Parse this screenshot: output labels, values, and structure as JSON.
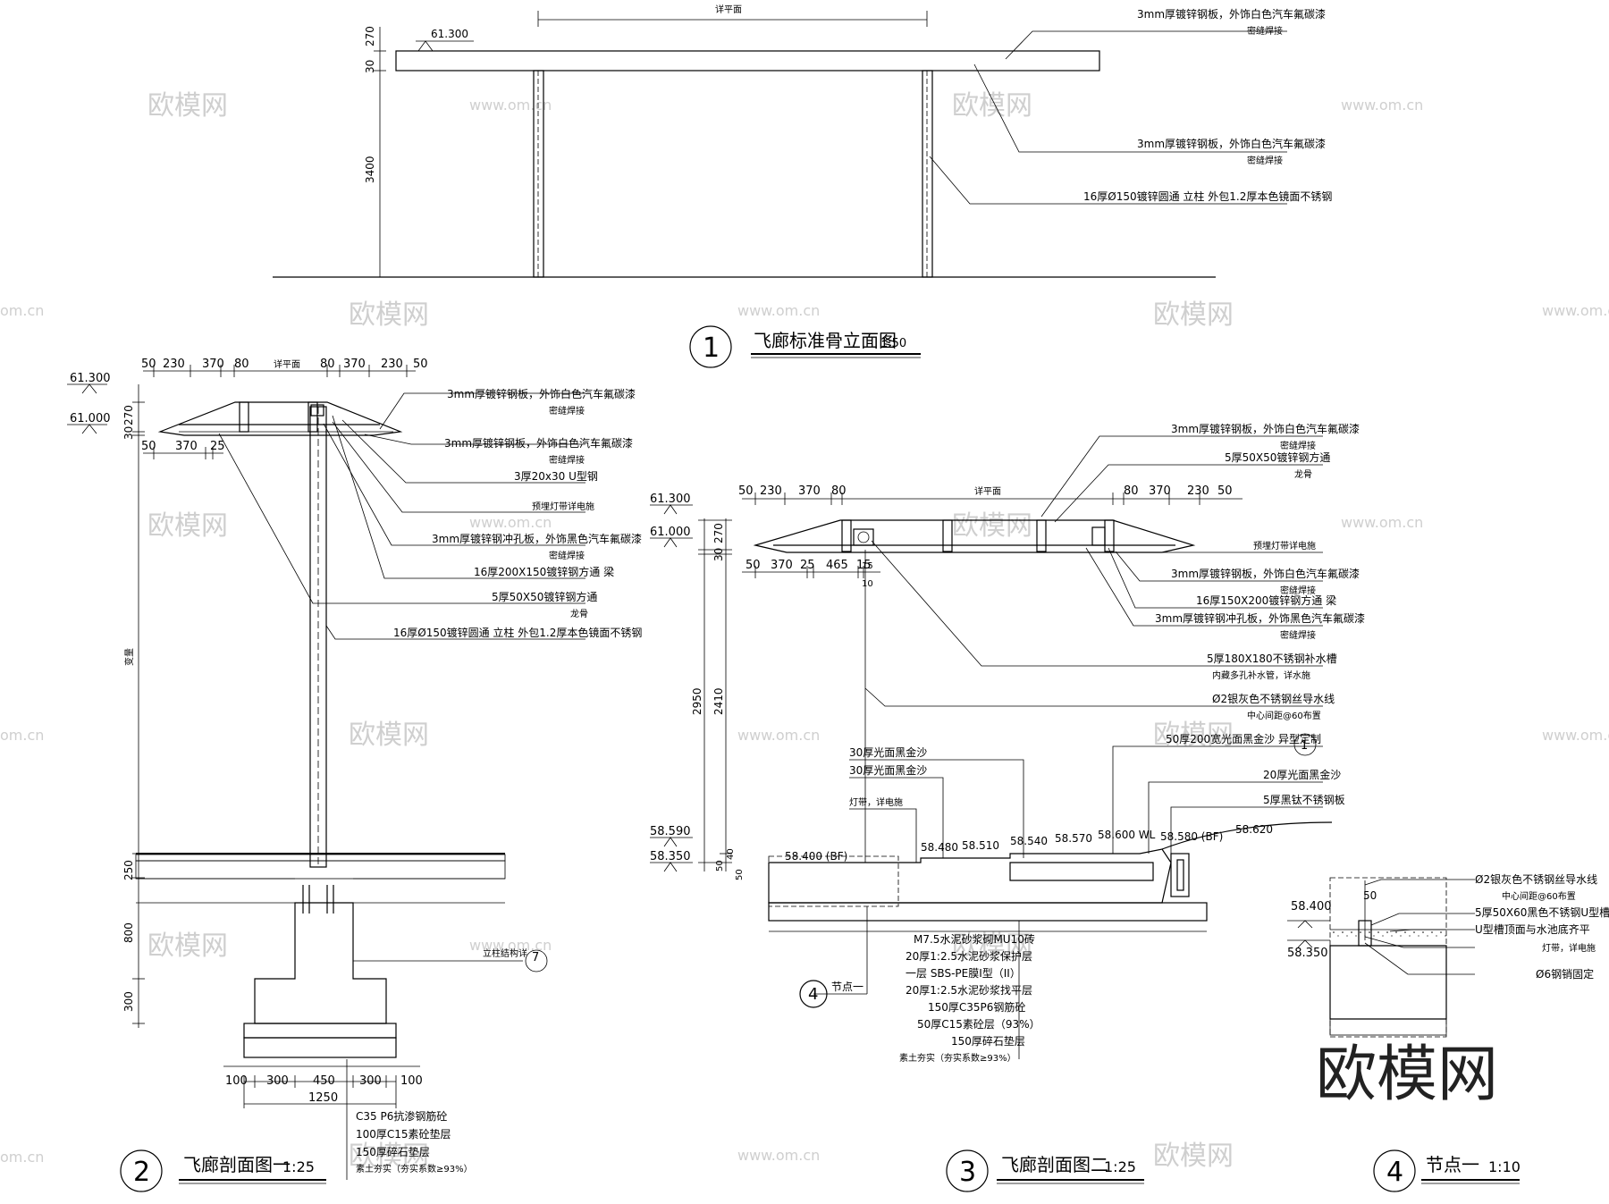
{
  "watermark": {
    "cn": "欧模网",
    "url": "www.om.cn",
    "partial": "om.cn",
    "big": "欧模网"
  },
  "view1": {
    "num": "1",
    "title": "飞廊标准骨立面图",
    "scale": "1:50",
    "top_dim": "详平面",
    "elev": "61.300",
    "dims": [
      "270",
      "30",
      "3400"
    ],
    "notes": [
      "3mm厚镀锌钢板，外饰白色汽车氟碳漆",
      "密缝焊接",
      "3mm厚镀锌钢板，外饰白色汽车氟碳漆",
      "密缝焊接",
      "16厚Ø150镀锌圆通  立柱  外包1.2厚本色镜面不锈钢"
    ]
  },
  "view2": {
    "num": "2",
    "title": "飞廊剖面图一",
    "scale": "1:25",
    "top_dims": [
      "50",
      "230",
      "370",
      "80",
      "详平面",
      "80",
      "370",
      "230",
      "50"
    ],
    "sub_dims": [
      "50",
      "370",
      "25"
    ],
    "elevs": [
      "61.300",
      "61.000"
    ],
    "left_dims": [
      "270",
      "30",
      "变量",
      "250",
      "800",
      "300"
    ],
    "notes": [
      "3mm厚镀锌钢板，外饰白色汽车氟碳漆",
      "密缝焊接",
      "3mm厚镀锌钢板，外饰白色汽车氟碳漆",
      "密缝焊接",
      "3厚20x30 U型钢",
      "预埋灯带详电施",
      "3mm厚镀锌钢冲孔板，外饰黑色汽车氟碳漆",
      "密缝焊接",
      "16厚200X150镀锌钢方通  梁",
      "5厚50X50镀锌钢方通",
      "龙骨",
      "16厚Ø150镀锌圆通  立柱  外包1.2厚本色镜面不锈钢"
    ],
    "struct_ref": "立柱结构详",
    "struct_ref_num": "7",
    "bottom_dims": [
      "100",
      "300",
      "450",
      "300",
      "100"
    ],
    "bottom_total": "1250",
    "base_notes": [
      "C35 P6抗渗钢筋砼",
      "100厚C15素砼垫层",
      "150厚碎石垫层",
      "素土夯实（夯实系数≥93%）"
    ]
  },
  "view3": {
    "num": "3",
    "title": "飞廊剖面图二",
    "scale": "1:25",
    "top_dims": [
      "50",
      "230",
      "370",
      "80",
      "详平面",
      "80",
      "370",
      "230",
      "50"
    ],
    "sub_dims": [
      "50",
      "370",
      "25",
      "465",
      "15",
      "15",
      "10"
    ],
    "elevs": [
      "61.300",
      "61.000",
      "58.590",
      "58.350"
    ],
    "left_dims": [
      "270",
      "30",
      "2950",
      "2410",
      "50",
      "40",
      "50"
    ],
    "right_notes": [
      "3mm厚镀锌钢板，外饰白色汽车氟碳漆",
      "密缝焊接",
      "5厚50X50镀锌钢方通",
      "龙骨",
      "预埋灯带详电施",
      "3mm厚镀锌钢板，外饰白色汽车氟碳漆",
      "密缝焊接",
      "16厚150X200镀锌钢方通  梁",
      "3mm厚镀锌钢冲孔板，外饰黑色汽车氟碳漆",
      "密缝焊接",
      "5厚180X180不锈钢补水槽",
      "内藏多孔补水管，详水施",
      "Ø2银灰色不锈钢丝导水线",
      "中心间距@60布置"
    ],
    "ground_notes_left": [
      "30厚光面黑金沙",
      "30厚光面黑金沙",
      "灯带，详电施"
    ],
    "ground_notes_right": [
      "50厚200宽光面黑金沙  异型定制",
      "20厚光面黑金沙",
      "5厚黑钛不锈钢板"
    ],
    "circle_ref": "1",
    "levels": [
      "58.400 (BF)",
      "58.480",
      "58.510",
      "58.540",
      "58.570",
      "58.600 WL",
      "58.580 (BF)",
      "58.620"
    ],
    "layers": [
      "M7.5水泥砂浆砌MU10砖",
      "20厚1:2.5水泥砂浆保护层",
      "一层 SBS-PE膜Ⅰ型（II）",
      "20厚1:2.5水泥砂浆找平层",
      "150厚C35P6钢筋砼",
      "50厚C15素砼层（93%）",
      "150厚碎石垫层",
      "素土夯实（夯实系数≥93%）"
    ],
    "node_ref_num": "4",
    "node_ref_label": "节点一"
  },
  "view4": {
    "num": "4",
    "title": "节点一",
    "scale": "1:10",
    "elevs": [
      "58.400",
      "58.350"
    ],
    "dim": "50",
    "notes": [
      "Ø2银灰色不锈钢丝导水线",
      "中心间距@60布置",
      "5厚50X60黑色不锈钢U型槽",
      "U型槽顶面与水池底齐平",
      "灯带，详电施",
      "Ø6钢销固定"
    ]
  }
}
